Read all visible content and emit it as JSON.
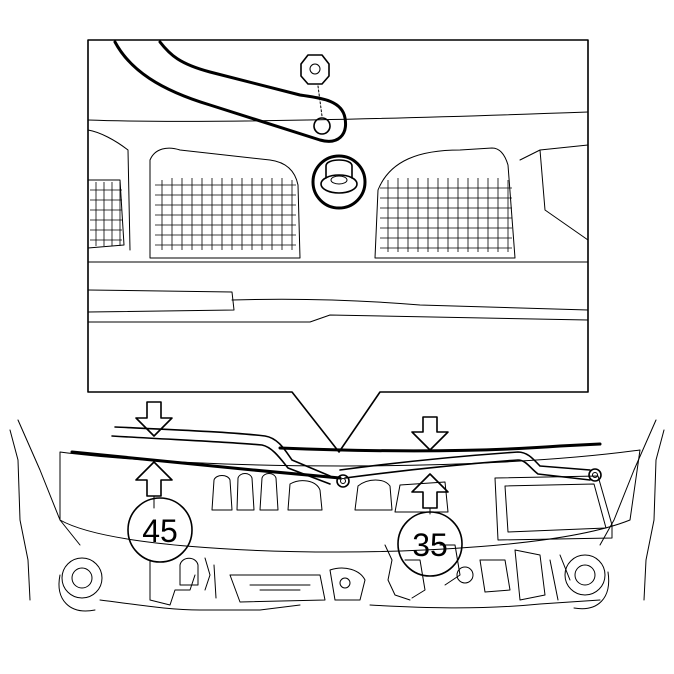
{
  "measurements": [
    {
      "id": "left",
      "label": "45"
    },
    {
      "id": "right",
      "label": "35"
    }
  ],
  "colors": {
    "line": "#000000",
    "background": "#ffffff"
  }
}
